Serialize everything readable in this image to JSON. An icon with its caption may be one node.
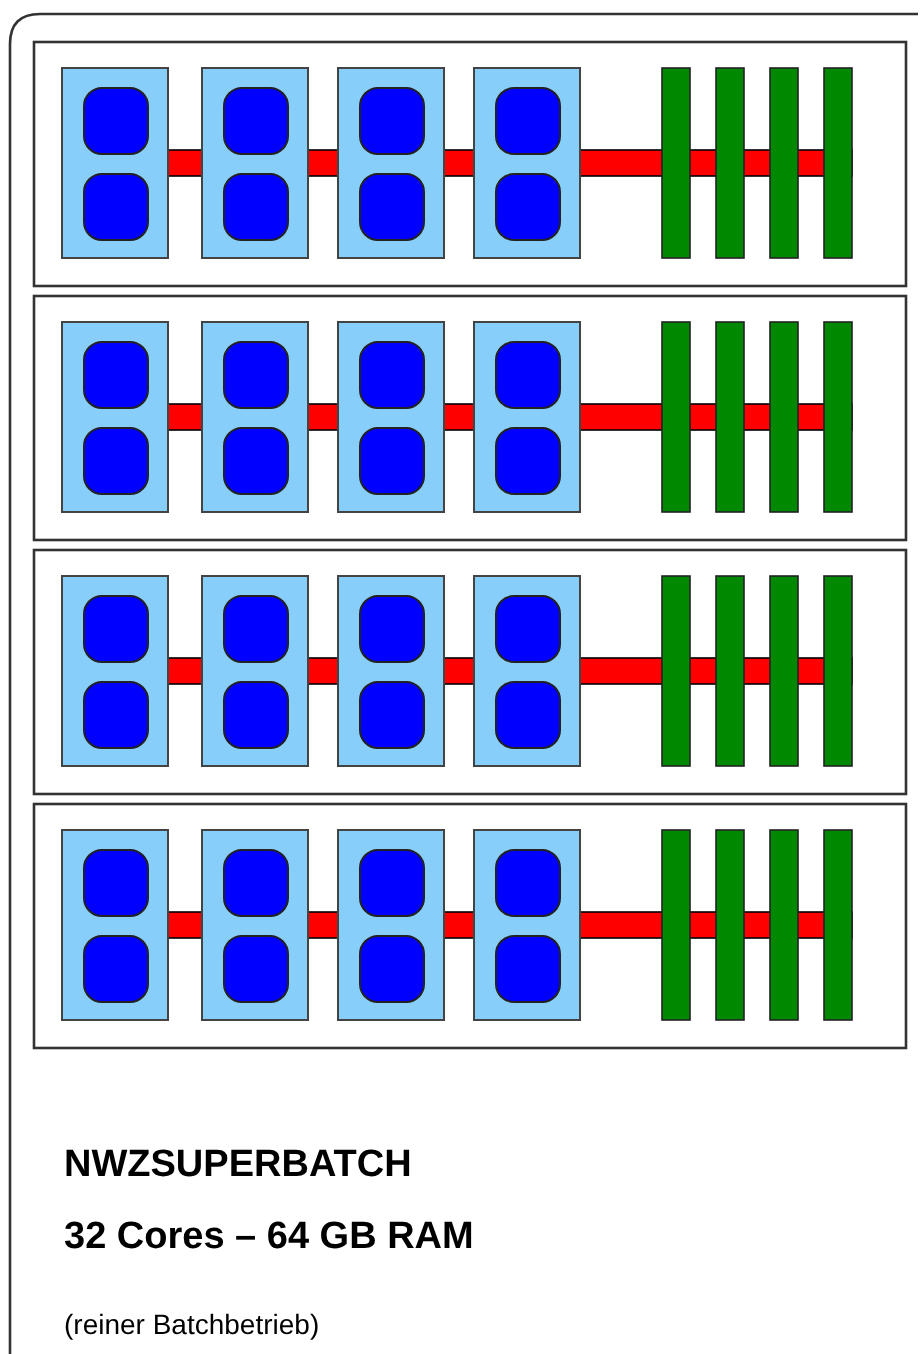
{
  "diagram": {
    "labels": [
      "NWZSUPERBATCH",
      "32 Cores – 64 GB RAM",
      "(reiner Batchbetrieb)"
    ]
  }
}
